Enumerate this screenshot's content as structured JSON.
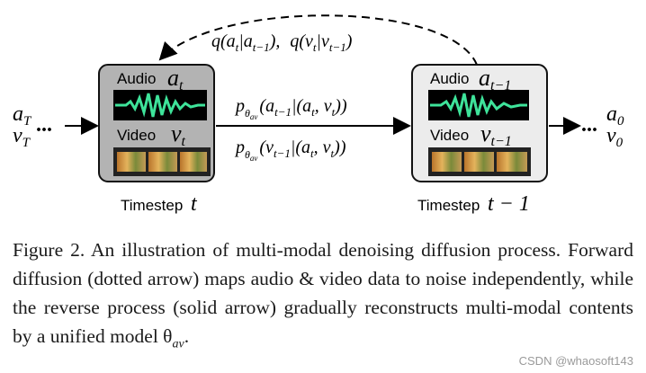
{
  "diagram": {
    "feedback_arrow_label": "q(a_t|a_{t-1}), q(v_t|v_{t-1})",
    "left_input": {
      "top": "a",
      "top_sub": "T",
      "bottom": "v",
      "bottom_sub": "T",
      "ellipsis": "..."
    },
    "right_output": {
      "ellipsis": "...",
      "top": "a",
      "top_sub": "0",
      "bottom": "v",
      "bottom_sub": "0"
    },
    "box_t": {
      "audio_label": "Audio",
      "audio_var": "a",
      "audio_sub": "t",
      "video_label": "Video",
      "video_var": "v",
      "video_sub": "t",
      "timestep_label": "Timestep",
      "timestep_value": "t"
    },
    "box_t_minus_1": {
      "audio_label": "Audio",
      "audio_var": "a",
      "audio_sub": "t−1",
      "video_label": "Video",
      "video_var": "v",
      "video_sub": "t−1",
      "timestep_label": "Timestep",
      "timestep_value": "t − 1"
    },
    "reverse_audio": {
      "p": "p",
      "sub": "θ",
      "subsub": "av",
      "args": "(a",
      "args_sub1": "t−1",
      "args_mid": "|(a",
      "args_sub2": "t",
      "args_mid2": ", v",
      "args_sub3": "t",
      "args_end": "))"
    },
    "reverse_video": {
      "p": "p",
      "sub": "θ",
      "subsub": "av",
      "args": "(v",
      "args_sub1": "t−1",
      "args_mid": "|(a",
      "args_sub2": "t",
      "args_mid2": ", v",
      "args_sub3": "t",
      "args_end": "))"
    }
  },
  "caption": {
    "label": "Figure 2.",
    "text": "An illustration of multi-modal denoising diffusion process. Forward diffusion (dotted arrow) maps audio & video data to noise independently, while the reverse process (solid arrow) gradually reconstructs multi-modal contents by a unified model θ",
    "theta_sub": "av",
    "end": "."
  },
  "watermark": "CSDN @whaosoft143",
  "colors": {
    "box_dark": "#b3b3b3",
    "box_light": "#ececec",
    "waveform": "#3ee39a",
    "wave_bg": "#000000"
  }
}
